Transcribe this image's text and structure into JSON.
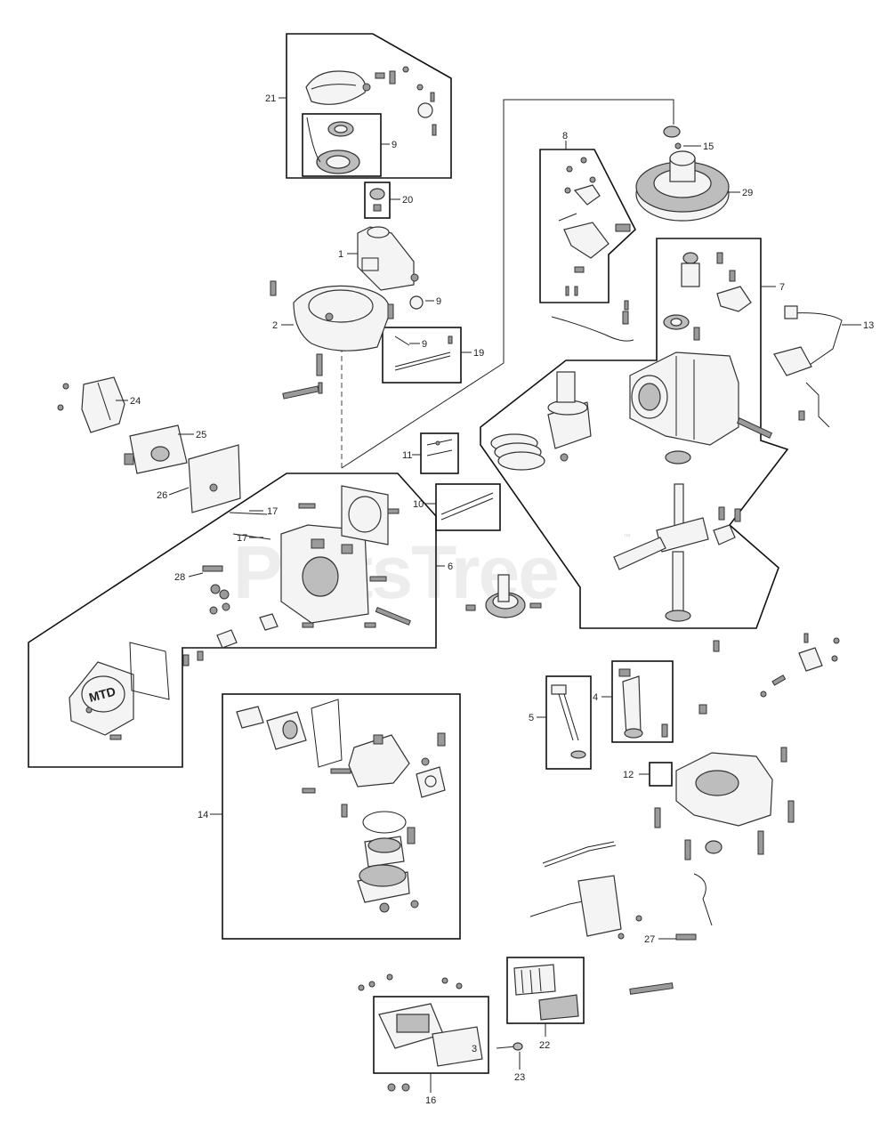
{
  "watermark": {
    "text": "PartsTree",
    "trademark": "™"
  },
  "callouts": {
    "c21": "21",
    "c9a": "9",
    "c20": "20",
    "c1": "1",
    "c9b": "9",
    "c2": "2",
    "c19": "19",
    "c9c": "9",
    "c8": "8",
    "c15": "15",
    "c29": "29",
    "c7": "7",
    "c13": "13",
    "c24": "24",
    "c25": "25",
    "c26": "26",
    "c11": "11",
    "c10": "10",
    "c17a": "17",
    "c17b": "17",
    "c28": "28",
    "c6": "6",
    "c4": "4",
    "c5": "5",
    "c12": "12",
    "c14": "14",
    "c27": "27",
    "c22": "22",
    "c23": "23",
    "c16": "16"
  },
  "part_markings": {
    "valve_cover_logo": "MTD",
    "air_filter_number": "3"
  }
}
